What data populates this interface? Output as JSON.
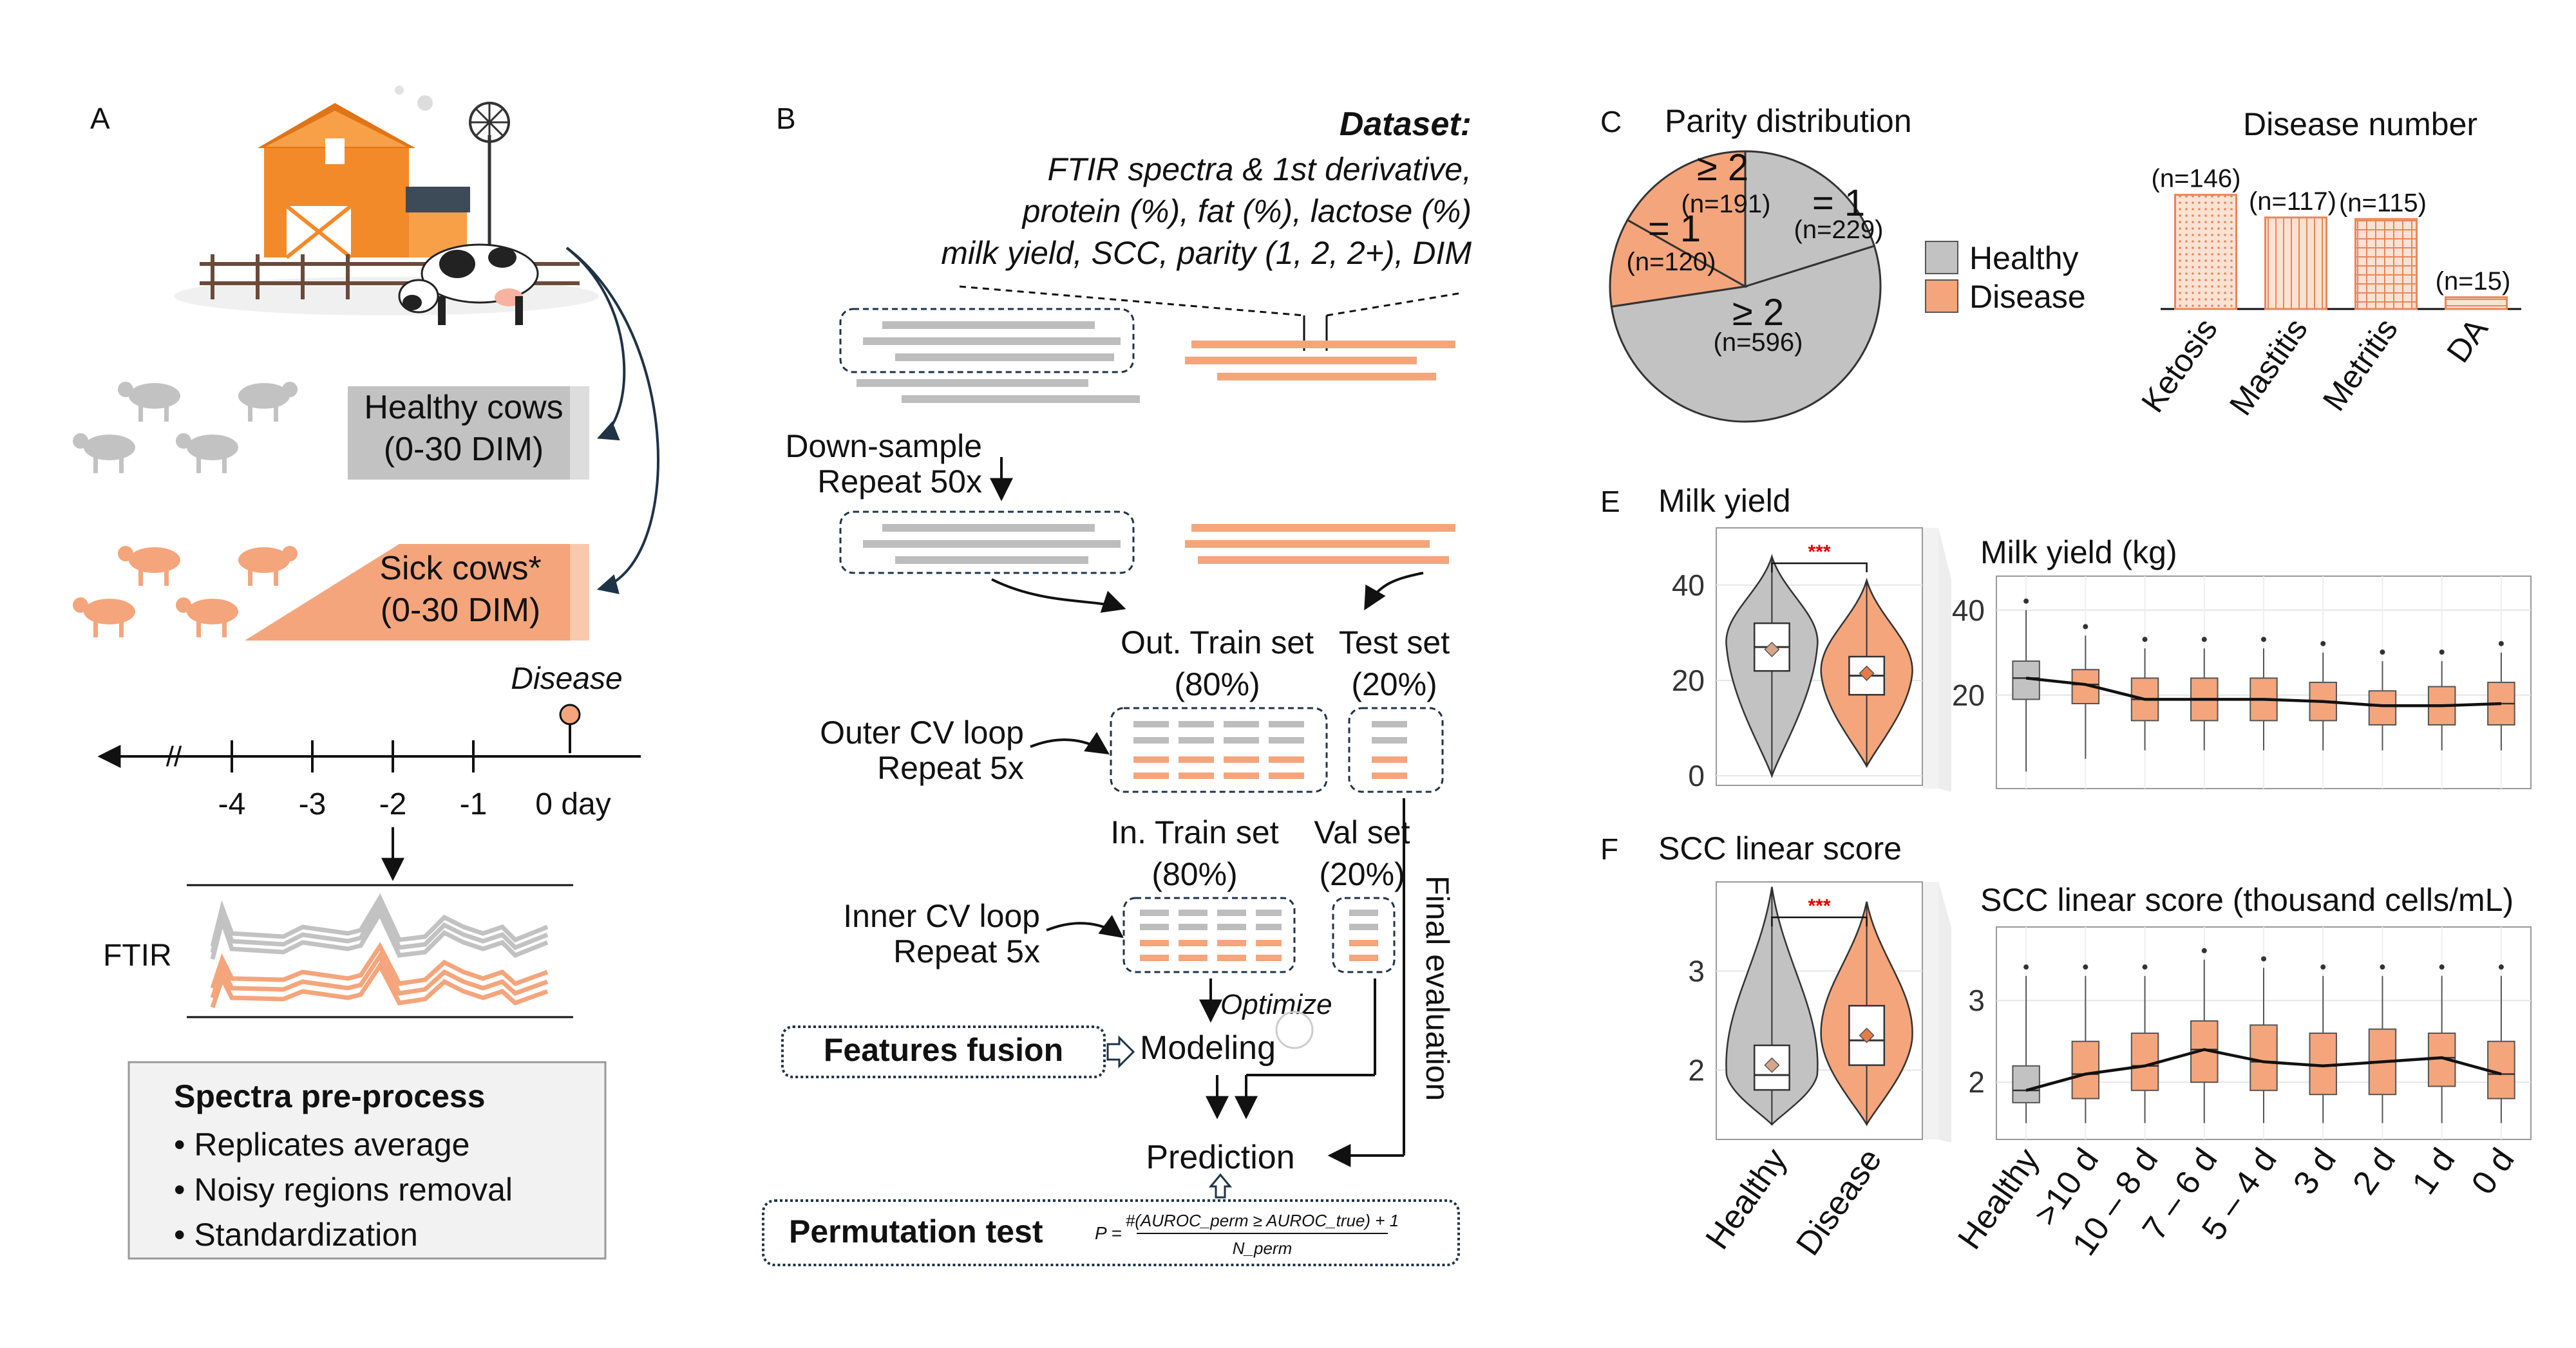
{
  "colors": {
    "healthy": "#c2c2c2",
    "disease": "#f4a57c",
    "disease_dark": "#e57c47",
    "panel_bg": "#f2f2f2",
    "dark_navy": "#1f3347",
    "sig_red": "#e00000"
  },
  "panelA": {
    "letter": "A",
    "healthy_label": "Healthy cows",
    "healthy_dim": "(0-30 DIM)",
    "sick_label": "Sick cows*",
    "sick_dim": "(0-30 DIM)",
    "disease_label": "Disease",
    "timeline_break": "//",
    "timeline_ticks": [
      "-4",
      "-3",
      "-2",
      "-1",
      "0 day"
    ],
    "ftir_label": "FTIR",
    "preprocess_title": "Spectra pre-process",
    "preprocess_items": [
      "• Replicates average",
      "• Noisy regions removal",
      "• Standardization"
    ]
  },
  "panelB": {
    "letter": "B",
    "dataset_title": "Dataset:",
    "dataset_lines": [
      "FTIR spectra & 1st derivative,",
      "protein (%), fat (%), lactose (%)",
      "milk yield, SCC, parity (1, 2, 2+), DIM"
    ],
    "downsample_1": "Down-sample",
    "downsample_2": "Repeat 50x",
    "out_train_1": "Out. Train set",
    "out_train_2": "(80%)",
    "test_1": "Test set",
    "test_2": "(20%)",
    "outer_1": "Outer CV loop",
    "outer_2": "Repeat 5x",
    "in_train_1": "In. Train set",
    "in_train_2": "(80%)",
    "val_1": "Val set",
    "val_2": "(20%)",
    "inner_1": "Inner CV loop",
    "inner_2": "Repeat 5x",
    "final_eval": "Final evaluation",
    "optimize": "Optimize",
    "features_fusion": "Features fusion",
    "modeling": "Modeling",
    "prediction": "Prediction",
    "permutation": "Permutation test",
    "formula_p": "P =",
    "formula_num": "#(AUROC_perm ≥ AUROC_true) + 1",
    "formula_den": "N_perm"
  },
  "panelC": {
    "letter": "C",
    "pie_title": "Parity distribution",
    "legend": [
      "Healthy",
      "Disease"
    ],
    "bar_title": "Disease number"
  },
  "panelE": {
    "letter": "E",
    "title": "Milk yield",
    "right_title": "Milk yield (kg)",
    "sig": "***"
  },
  "panelF": {
    "letter": "F",
    "title": "SCC linear score",
    "right_title": "SCC linear score (thousand cells/mL)",
    "sig": "***"
  },
  "chart_data": [
    {
      "id": "parity-pie",
      "type": "pie",
      "title": "Parity distribution",
      "slices": [
        {
          "group": "Healthy",
          "label": "= 1",
          "n_label": "(n=229)",
          "value": 229
        },
        {
          "group": "Healthy",
          "label": "≥ 2",
          "n_label": "(n=596)",
          "value": 596
        },
        {
          "group": "Disease",
          "label": "= 1",
          "n_label": "(n=120)",
          "value": 120
        },
        {
          "group": "Disease",
          "label": "≥ 2",
          "n_label": "(n=191)",
          "value": 191
        }
      ]
    },
    {
      "id": "disease-number",
      "type": "bar",
      "title": "Disease number",
      "categories": [
        "Ketosis",
        "Mastitis",
        "Metritis",
        "DA"
      ],
      "values": [
        146,
        117,
        115,
        15
      ],
      "value_labels": [
        "(n=146)",
        "(n=117)",
        "(n=115)",
        "(n=15)"
      ],
      "ylim": [
        0,
        160
      ]
    },
    {
      "id": "milk-yield-violin",
      "type": "violin",
      "categories": [
        "Healthy",
        "Disease"
      ],
      "yticks": [
        0,
        20,
        40
      ],
      "ylim": [
        -2,
        52
      ],
      "stats": [
        {
          "min": 0,
          "q1": 22,
          "median": 27,
          "q3": 32,
          "max": 46,
          "mean": 26.5
        },
        {
          "min": 2,
          "q1": 17,
          "median": 21,
          "q3": 25,
          "max": 41,
          "mean": 21.5
        }
      ]
    },
    {
      "id": "milk-yield-box",
      "type": "box",
      "categories": [
        "Healthy",
        ">10 d",
        "10 – 8 d",
        "7 – 6 d",
        "5 – 4 d",
        "3 d",
        "2 d",
        "1 d",
        "0 d"
      ],
      "yticks": [
        20,
        40
      ],
      "ylim": [
        -2,
        48
      ],
      "trend": [
        24,
        22.5,
        19,
        19,
        19,
        18.5,
        17.5,
        17.5,
        18
      ],
      "boxes": [
        {
          "min": 2,
          "q1": 19,
          "median": 24,
          "q3": 28,
          "max": 40
        },
        {
          "min": 5,
          "q1": 18,
          "median": 22.5,
          "q3": 26,
          "max": 34
        },
        {
          "min": 7,
          "q1": 14,
          "median": 19,
          "q3": 24,
          "max": 31
        },
        {
          "min": 7,
          "q1": 14,
          "median": 19,
          "q3": 24,
          "max": 31
        },
        {
          "min": 7,
          "q1": 14,
          "median": 19,
          "q3": 24,
          "max": 31
        },
        {
          "min": 7,
          "q1": 14,
          "median": 18.5,
          "q3": 23,
          "max": 30
        },
        {
          "min": 7,
          "q1": 13,
          "median": 17.5,
          "q3": 21,
          "max": 28
        },
        {
          "min": 7,
          "q1": 13,
          "median": 17.5,
          "q3": 22,
          "max": 28
        },
        {
          "min": 7,
          "q1": 13,
          "median": 18,
          "q3": 23,
          "max": 30
        }
      ]
    },
    {
      "id": "scc-violin",
      "type": "violin",
      "categories": [
        "Healthy",
        "Disease"
      ],
      "yticks": [
        2,
        3
      ],
      "ylim": [
        1.3,
        3.9
      ],
      "stats": [
        {
          "min": 1.45,
          "q1": 1.8,
          "median": 1.95,
          "q3": 2.25,
          "max": 3.85,
          "mean": 2.05
        },
        {
          "min": 1.45,
          "q1": 2.05,
          "median": 2.3,
          "q3": 2.65,
          "max": 3.7,
          "mean": 2.35
        }
      ]
    },
    {
      "id": "scc-box",
      "type": "box",
      "categories": [
        "Healthy",
        ">10 d",
        "10 – 8 d",
        "7 – 6 d",
        "5 – 4 d",
        "3 d",
        "2 d",
        "1 d",
        "0 d"
      ],
      "yticks": [
        2,
        3
      ],
      "ylim": [
        1.3,
        3.9
      ],
      "trend": [
        1.9,
        2.1,
        2.2,
        2.4,
        2.25,
        2.2,
        2.25,
        2.3,
        2.1
      ],
      "boxes": [
        {
          "min": 1.5,
          "q1": 1.75,
          "median": 1.9,
          "q3": 2.2,
          "max": 3.3
        },
        {
          "min": 1.5,
          "q1": 1.8,
          "median": 2.1,
          "q3": 2.5,
          "max": 3.3
        },
        {
          "min": 1.5,
          "q1": 1.9,
          "median": 2.2,
          "q3": 2.6,
          "max": 3.3
        },
        {
          "min": 1.5,
          "q1": 2.0,
          "median": 2.4,
          "q3": 2.75,
          "max": 3.5
        },
        {
          "min": 1.5,
          "q1": 1.9,
          "median": 2.25,
          "q3": 2.7,
          "max": 3.4
        },
        {
          "min": 1.5,
          "q1": 1.85,
          "median": 2.2,
          "q3": 2.6,
          "max": 3.3
        },
        {
          "min": 1.5,
          "q1": 1.85,
          "median": 2.25,
          "q3": 2.65,
          "max": 3.3
        },
        {
          "min": 1.5,
          "q1": 1.95,
          "median": 2.3,
          "q3": 2.6,
          "max": 3.3
        },
        {
          "min": 1.5,
          "q1": 1.8,
          "median": 2.1,
          "q3": 2.5,
          "max": 3.3
        }
      ]
    }
  ]
}
